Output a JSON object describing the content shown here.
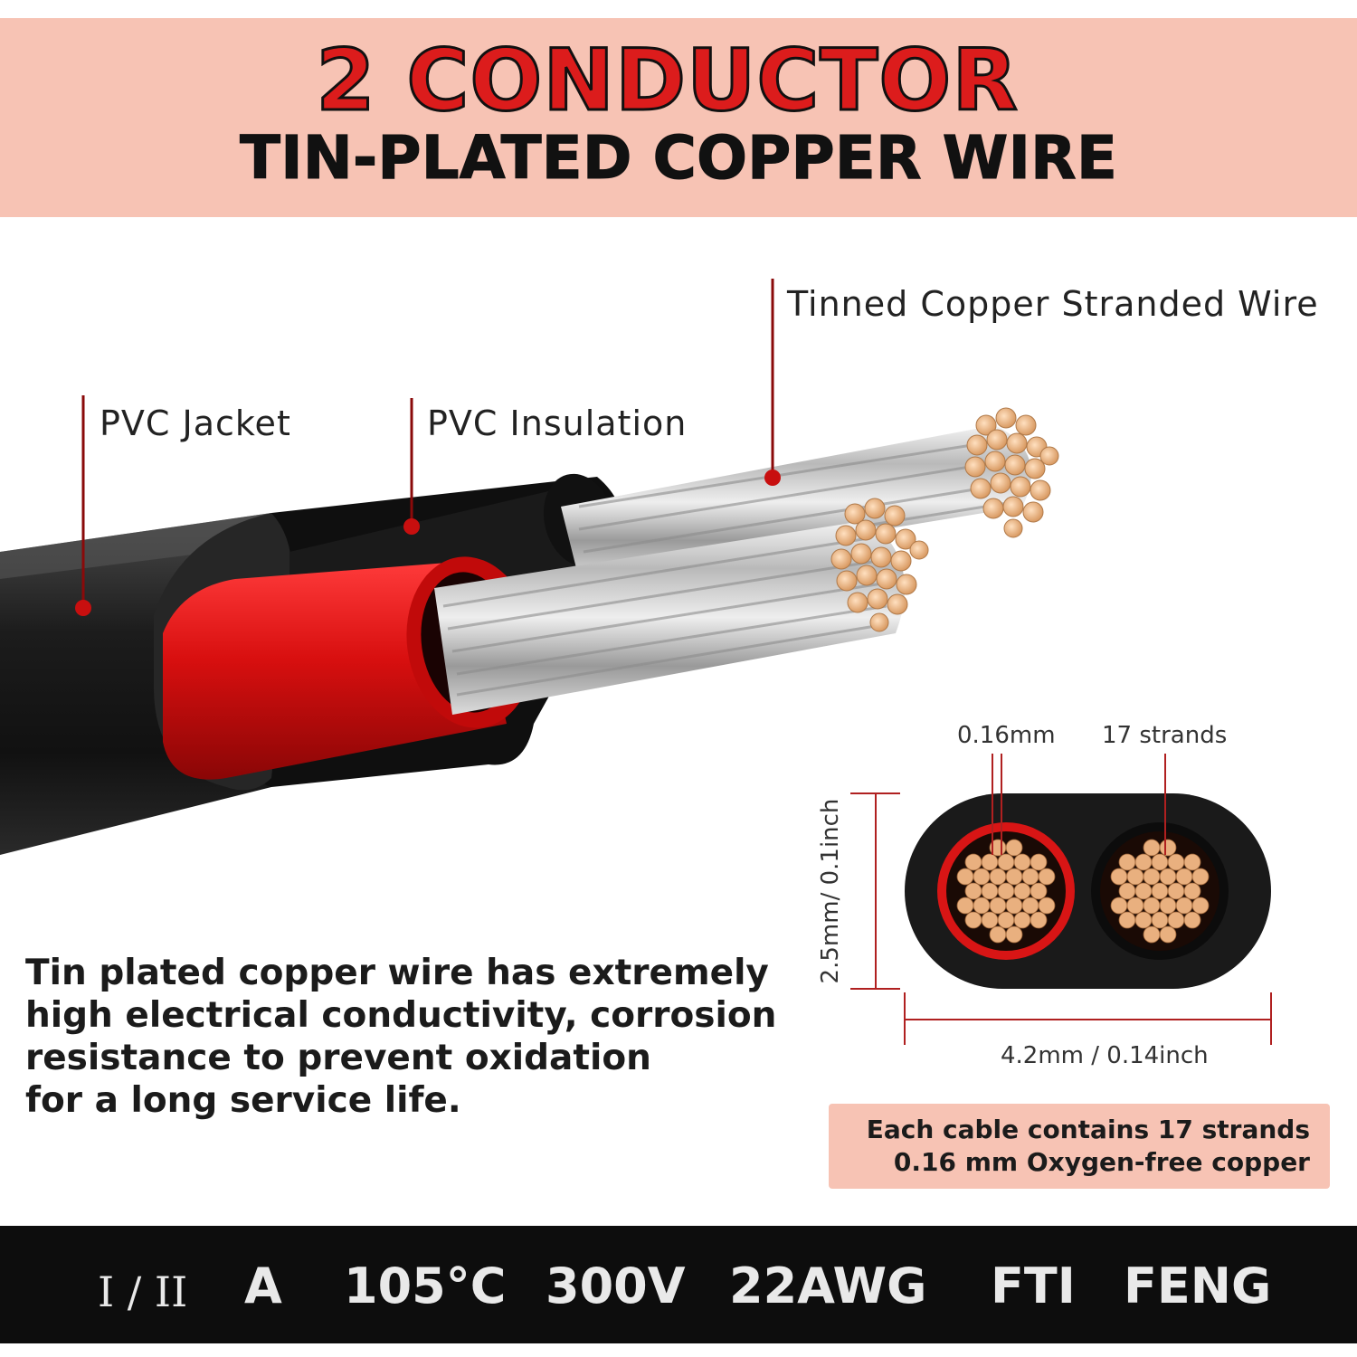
{
  "header": {
    "title": "2 CONDUCTOR",
    "subtitle": "TIN-PLATED COPPER WIRE"
  },
  "callouts": {
    "stranded_wire": "Tinned Copper Stranded Wire",
    "jacket": "PVC Jacket",
    "insulation": "PVC Insulation"
  },
  "description": {
    "lines": [
      "Tin plated copper wire has extremely",
      "high electrical conductivity, corrosion",
      "resistance to prevent oxidation",
      "for a long service life."
    ]
  },
  "cross_section": {
    "strand_diameter": "0.16mm",
    "strand_count": "17 strands",
    "height": "2.5mm/ 0.1inch",
    "width": "4.2mm / 0.14inch"
  },
  "note": {
    "line1": "Each cable contains 17 strands",
    "line2": "0.16 mm Oxygen-free copper"
  },
  "specs": {
    "class": "I / II",
    "rating": "A",
    "temperature": "105°C",
    "voltage": "300V",
    "gauge": "22AWG",
    "code1": "FTI",
    "code2": "FENG"
  },
  "colors": {
    "banner": "#f7c3b4",
    "accent_red": "#dc1c1c",
    "jacket_black": "#1a1a1a",
    "copper": "#e8b890",
    "spec_bar": "#0d0d0d"
  }
}
